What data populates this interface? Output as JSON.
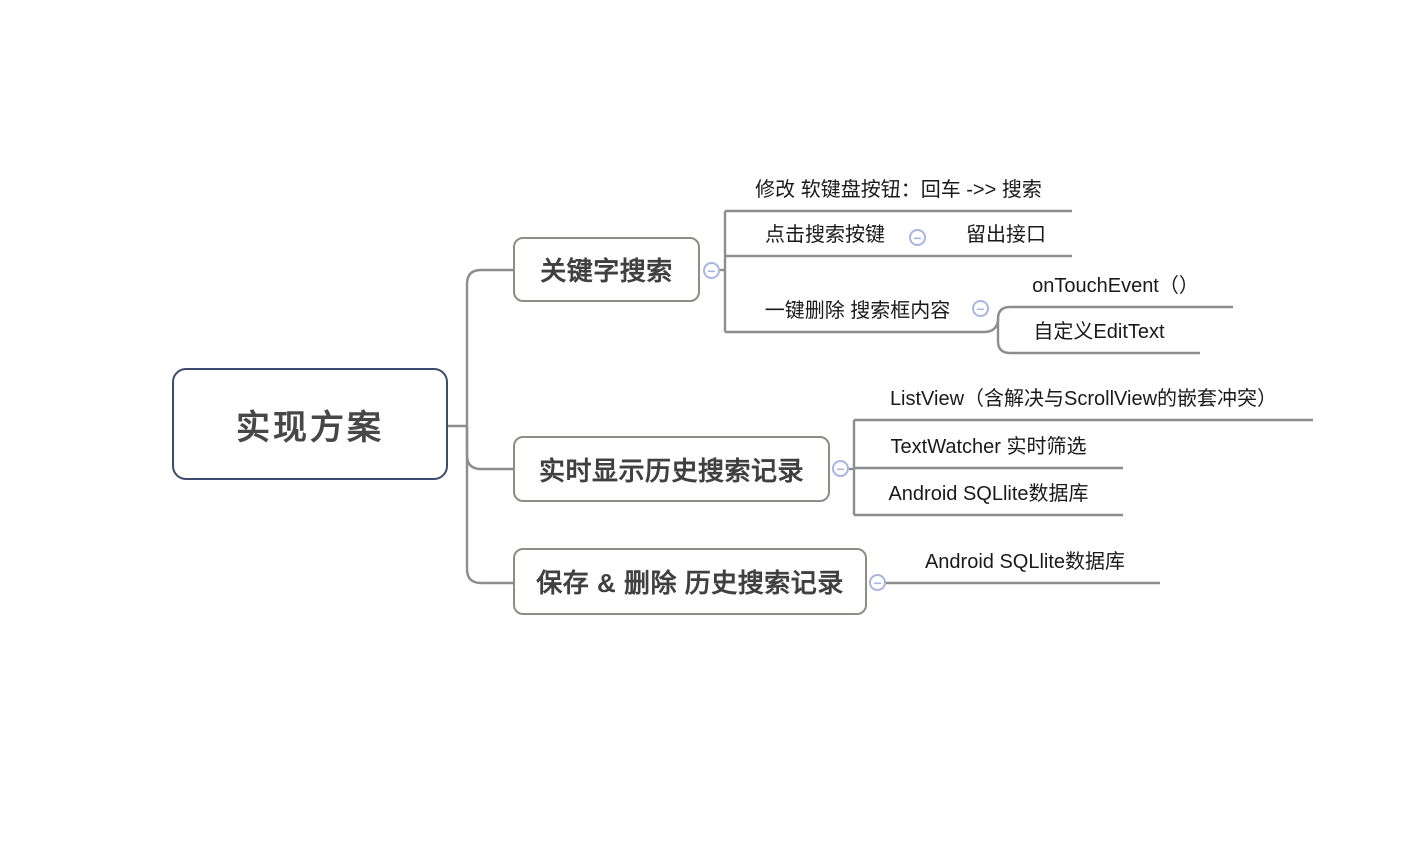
{
  "root": {
    "label": "实现方案"
  },
  "branches": [
    {
      "label": "关键字搜索",
      "children": [
        {
          "label": "修改 软键盘按钮：回车 ->> 搜索"
        },
        {
          "label": "点击搜索按键",
          "children": [
            {
              "label": "留出接口"
            }
          ]
        },
        {
          "label": "一键删除 搜索框内容",
          "children": [
            {
              "label": "onTouchEvent（）"
            },
            {
              "label": "自定义EditText"
            }
          ]
        }
      ]
    },
    {
      "label": "实时显示历史搜索记录",
      "children": [
        {
          "label": "ListView（含解决与ScrollView的嵌套冲突）"
        },
        {
          "label": "TextWatcher 实时筛选"
        },
        {
          "label": "Android SQLlite数据库"
        }
      ]
    },
    {
      "label": "保存 & 删除 历史搜索记录",
      "children": [
        {
          "label": "Android SQLlite数据库"
        }
      ]
    }
  ],
  "icons": {
    "collapse_glyph": "−"
  },
  "colors": {
    "background": "#ffffff",
    "root_border": "#3c4b6e",
    "node_border": "#8f8c85",
    "connector": "#8d8d8d",
    "collapse_icon": "#a9b4e2",
    "root_text": "#474747",
    "node_text": "#404040",
    "leaf_text": "#1a1a1a"
  }
}
